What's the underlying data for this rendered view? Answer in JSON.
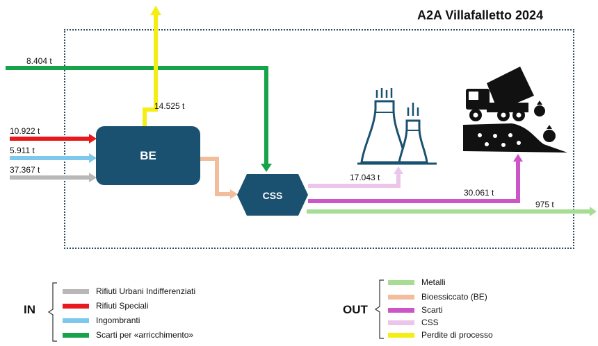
{
  "title": "A2A Villafalletto 2024",
  "nodes": {
    "be_label": "BE",
    "css_label": "CSS"
  },
  "flows": {
    "arricchimento_qty": "8.404 t",
    "perdite_qty": "14.525 t",
    "speciali_qty": "10.922 t",
    "ingombranti_qty": "5.911 t",
    "urbani_qty": "37.367 t",
    "css_out_qty": "17.043 t",
    "scarti_out_qty": "30.061 t",
    "metalli_qty": "975 t"
  },
  "legend_in": {
    "tag": "IN",
    "items": [
      {
        "label": "Rifiuti Urbani Indifferenziati",
        "color": "#b8b8b8"
      },
      {
        "label": "Rifiuti Speciali",
        "color": "#e8191c"
      },
      {
        "label": "Ingombranti",
        "color": "#7ec8ee"
      },
      {
        "label": "Scarti per «arricchimento»",
        "color": "#17a34a"
      }
    ]
  },
  "legend_out": {
    "tag": "OUT",
    "items": [
      {
        "label": "Metalli",
        "color": "#a6dc94"
      },
      {
        "label": "Bioessiccato (BE)",
        "color": "#f2bd9b"
      },
      {
        "label": "Scarti",
        "color": "#cc56c8"
      },
      {
        "label": "CSS",
        "color": "#ecc6ea"
      },
      {
        "label": "Perdite di processo",
        "color": "#f5ee14"
      }
    ]
  },
  "icons": [
    "power-plant-icon",
    "landfill-truck-icon"
  ]
}
